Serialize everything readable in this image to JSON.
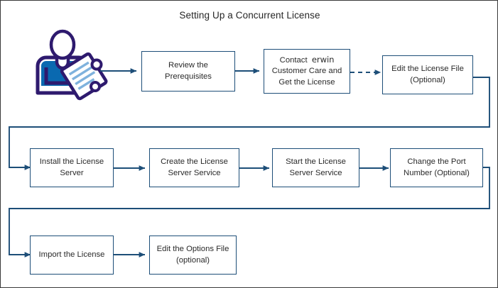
{
  "diagram": {
    "title": "Setting Up a Concurrent License",
    "type": "flowchart",
    "colors": {
      "box_border": "#1d4e78",
      "connector": "#1d4e78",
      "icon_outline": "#2e1a6e",
      "icon_fill": "#0a69b0",
      "icon_doc_lines": "#7fb2dd",
      "frame": "#3a3a3a",
      "text": "#2a2a2a"
    },
    "start_icon": {
      "name": "license-holder-person-icon",
      "description": "person holding a license certificate"
    },
    "rows": [
      {
        "row": 1,
        "nodes": [
          {
            "id": "review-prerequisites",
            "label": "Review the Prerequisites"
          },
          {
            "id": "contact-erwin",
            "label_part1": "Contact",
            "label_brand": "erwin",
            "label_part2": "Customer Care and",
            "label_part3": "Get the License"
          },
          {
            "id": "edit-license-file",
            "label": "Edit the License File (Optional)"
          }
        ]
      },
      {
        "row": 2,
        "nodes": [
          {
            "id": "install-license-server",
            "label": "Install the License Server"
          },
          {
            "id": "create-license-server-service",
            "label": "Create the License Server Service"
          },
          {
            "id": "start-license-server-service",
            "label": "Start the License Server Service"
          },
          {
            "id": "change-port-number",
            "label": "Change the Port Number (Optional)"
          }
        ]
      },
      {
        "row": 3,
        "nodes": [
          {
            "id": "import-license",
            "label": "Import the License"
          },
          {
            "id": "edit-options-file",
            "label": "Edit the Options File (optional)"
          }
        ]
      }
    ],
    "connectors": [
      {
        "from": "start-icon",
        "to": "review-prerequisites",
        "style": "solid"
      },
      {
        "from": "review-prerequisites",
        "to": "contact-erwin",
        "style": "solid"
      },
      {
        "from": "contact-erwin",
        "to": "edit-license-file",
        "style": "dashed"
      },
      {
        "from": "edit-license-file",
        "to": "install-license-server",
        "style": "solid"
      },
      {
        "from": "install-license-server",
        "to": "create-license-server-service",
        "style": "solid"
      },
      {
        "from": "create-license-server-service",
        "to": "start-license-server-service",
        "style": "solid"
      },
      {
        "from": "start-license-server-service",
        "to": "change-port-number",
        "style": "solid"
      },
      {
        "from": "change-port-number",
        "to": "import-license",
        "style": "solid"
      },
      {
        "from": "import-license",
        "to": "edit-options-file",
        "style": "solid"
      }
    ]
  }
}
